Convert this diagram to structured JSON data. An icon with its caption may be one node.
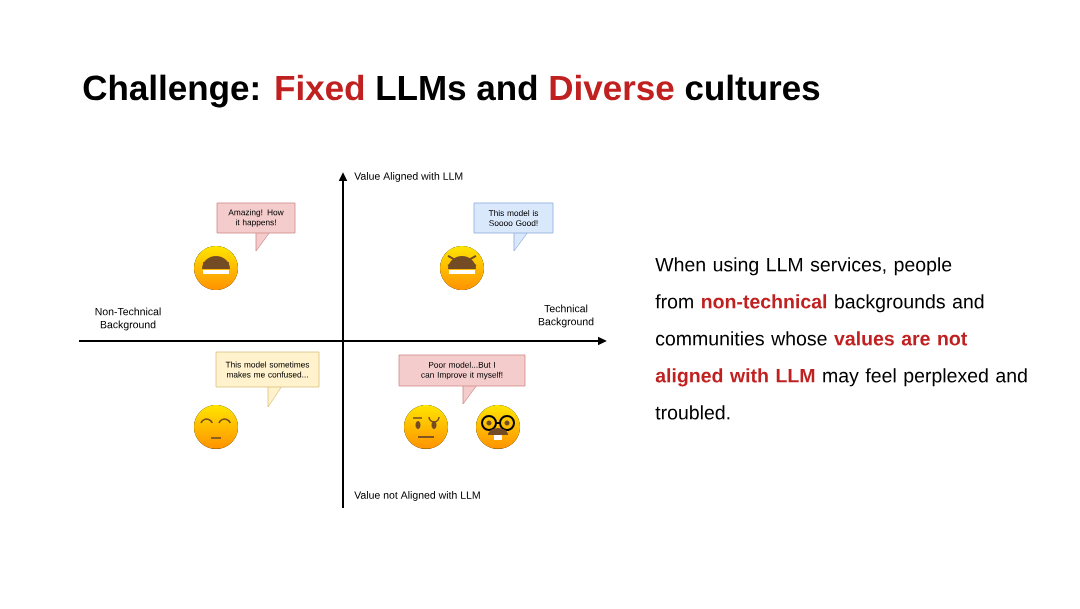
{
  "diagram": {
    "title": "Challenge: **Fixed** LLMs and **Diverse** cultures",
    "nodes": [
      {
        "text": [
          "Amazing! How it happens!"
        ]
      },
      {
        "text": [
          "This model is Soooo Good!"
        ]
      },
      {
        "text": [
          "This model sometimes makes me confused..."
        ]
      },
      {
        "text": [
          "Poor model...But I can Improve it myself!"
        ]
      }
    ],
    "labels": [
      "Value Aligned with LLM",
      "Non-Technical Background",
      "Technical Background",
      "Value not Aligned with LLM",
      "When using LLM services, people from **non-technical** backgrounds and communities whose **values are not aligned with LLM** may feel perplexed and troubled."
    ]
  }
}
